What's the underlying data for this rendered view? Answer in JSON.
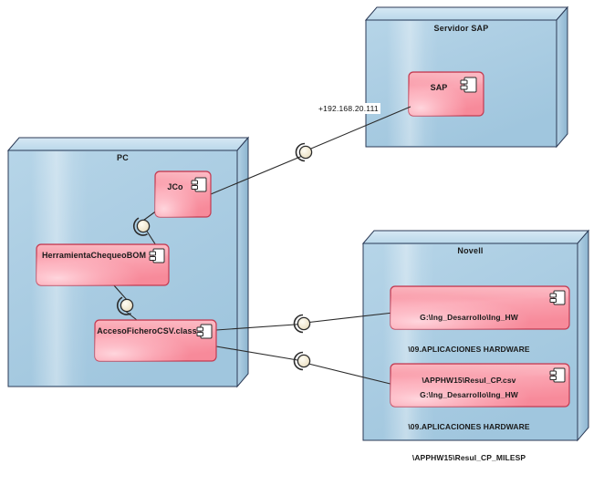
{
  "diagram": {
    "type": "uml-deployment-diagram",
    "title": "",
    "colors": {
      "node_fill": "#a8cbe2",
      "node_fill_light": "#c3dcee",
      "node_top_face": "#c9e0ef",
      "node_side_face": "#8fb8d2",
      "node_stroke": "#2b3a56",
      "component_fill": "#f58a9a",
      "component_fill_light": "#ffc2cd",
      "component_stroke": "#c23b52",
      "connector_stroke": "#2b2b2b",
      "ball_fill": "#f2ead6",
      "text": "#1a1a1a",
      "background": "#ffffff"
    },
    "nodes": [
      {
        "id": "servidor-sap",
        "label": "Servidor SAP",
        "components": [
          {
            "id": "sap",
            "label": "SAP",
            "lines": [
              "SAP"
            ]
          }
        ]
      },
      {
        "id": "pc",
        "label": "PC",
        "components": [
          {
            "id": "jco",
            "label": "JCo",
            "lines": [
              "JCo"
            ]
          },
          {
            "id": "herramienta-chequeo-bom",
            "label": "HerramientaChequeoBOM",
            "lines": [
              "HerramientaChequeoBOM"
            ]
          },
          {
            "id": "acceso-fichero-csv",
            "label": "AccesoFicheroCSV.class",
            "lines": [
              "AccesoFicheroCSV.class"
            ]
          }
        ]
      },
      {
        "id": "novell",
        "label": "Novell",
        "components": [
          {
            "id": "resul-cp-csv",
            "label": "G:\\Ing_Desarrollo\\Ing_HW\\09.APLICACIONES HARDWARE\\APPHW15\\Resul_CP.csv",
            "lines": [
              "G:\\Ing_Desarrollo\\Ing_HW",
              "\\09.APLICACIONES HARDWARE",
              "\\APPHW15\\Resul_CP.csv"
            ]
          },
          {
            "id": "resul-cp-milesp",
            "label": "G:\\Ing_Desarrollo\\Ing_HW\\09.APLICACIONES HARDWARE\\APPHW15\\Resul_CP_MILESP",
            "lines": [
              "G:\\Ing_Desarrollo\\Ing_HW",
              "\\09.APLICACIONES HARDWARE",
              "\\APPHW15\\Resul_CP_MILESP"
            ]
          }
        ]
      }
    ],
    "connections": [
      {
        "id": "jco-to-sap",
        "from": "jco",
        "to": "sap",
        "label": "+192.168.20.111",
        "notation": "ball-and-socket"
      },
      {
        "id": "herramienta-to-jco",
        "from": "herramienta-chequeo-bom",
        "to": "jco",
        "label": "",
        "notation": "ball-and-socket"
      },
      {
        "id": "herramienta-to-acceso",
        "from": "herramienta-chequeo-bom",
        "to": "acceso-fichero-csv",
        "label": "",
        "notation": "ball-and-socket"
      },
      {
        "id": "acceso-to-resul-cp-csv",
        "from": "acceso-fichero-csv",
        "to": "resul-cp-csv",
        "label": "",
        "notation": "ball-and-socket"
      },
      {
        "id": "acceso-to-resul-cp-milesp",
        "from": "acceso-fichero-csv",
        "to": "resul-cp-milesp",
        "label": "",
        "notation": "ball-and-socket"
      }
    ]
  }
}
